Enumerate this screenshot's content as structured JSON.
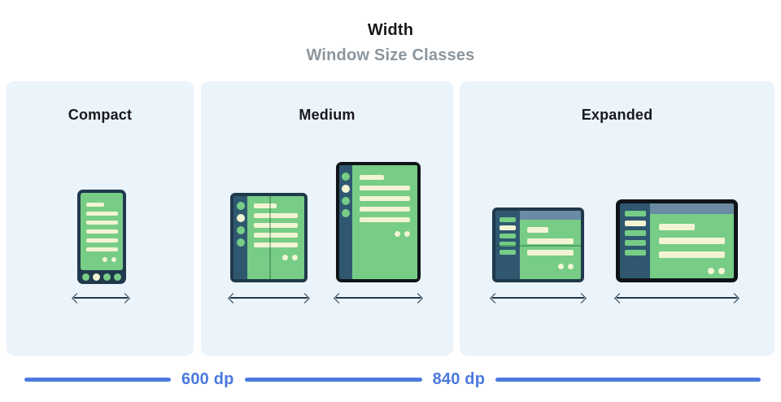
{
  "header": {
    "title": "Width",
    "subtitle": "Window Size Classes"
  },
  "panels": [
    {
      "label": "Compact",
      "devices": [
        {
          "type": "phone"
        }
      ]
    },
    {
      "label": "Medium",
      "devices": [
        {
          "type": "foldable-portrait"
        },
        {
          "type": "tablet-portrait"
        }
      ]
    },
    {
      "label": "Expanded",
      "devices": [
        {
          "type": "foldable-landscape"
        },
        {
          "type": "desktop"
        }
      ]
    }
  ],
  "breakpoints": {
    "labels": [
      "600 dp",
      "840 dp"
    ]
  },
  "icons": [
    "phone-device-icon",
    "foldable-portrait-device-icon",
    "tablet-portrait-device-icon",
    "foldable-landscape-device-icon",
    "desktop-device-icon",
    "width-arrow-icon"
  ],
  "colors": {
    "panel_bg": "#EBF3FB",
    "screen_green": "#77CD86",
    "frame_navy": "#20394C",
    "frame_black": "#101418",
    "rail_navy": "#2F5870",
    "topbar_slate": "#6A8BA3",
    "line_cream": "#F2F4D3",
    "accent_blue": "#4B79DF",
    "subtitle_gray": "#8D959C",
    "arrow_navy": "#20394C"
  }
}
